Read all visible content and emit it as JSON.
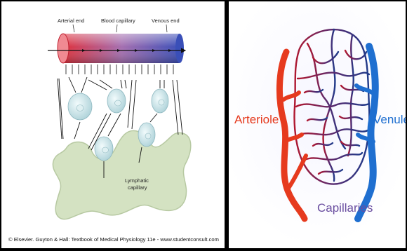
{
  "left": {
    "labels": {
      "arterial_end": "Arterial end",
      "blood_capillary": "Blood capillary",
      "venous_end": "Venous end",
      "lymphatic_line1": "Lymphatic",
      "lymphatic_line2": "capillary"
    },
    "caption": "© Elsevier. Guyton & Hall: Textbook of Medical Physiology 11e - www.studentconsult.com",
    "colors": {
      "arterial": "#e0303a",
      "venous": "#3a4fb8",
      "lymph": "#d4e2c2",
      "cell": "#cfe6ea"
    }
  },
  "right": {
    "labels": {
      "arteriole": "Arteriole",
      "venule": "Venule",
      "capillaries": "Capillaries"
    },
    "colors": {
      "arteriole": "#e63a1e",
      "venule": "#1f6fd0",
      "net_red": "#b01830",
      "net_blue": "#1e3a8a"
    }
  }
}
